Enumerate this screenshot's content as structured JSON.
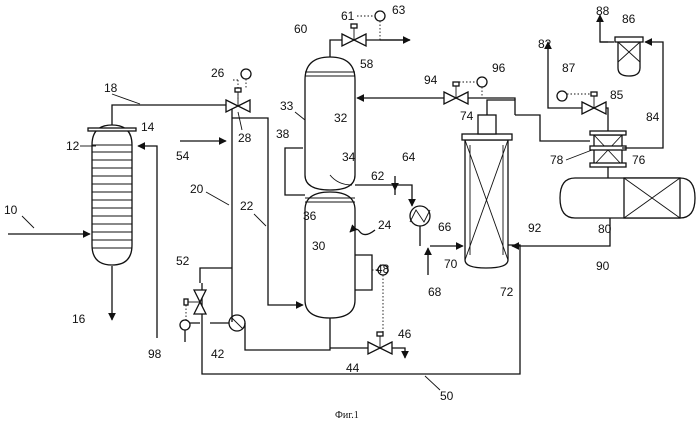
{
  "caption": "Фиг.1",
  "labels": {
    "l10": "10",
    "l12": "12",
    "l14": "14",
    "l16": "16",
    "l18": "18",
    "l20": "20",
    "l22": "22",
    "l24": "24",
    "l26": "26",
    "l28": "28",
    "l30": "30",
    "l32": "32",
    "l33": "33",
    "l34": "34",
    "l36": "36",
    "l38": "38",
    "l42": "42",
    "l44": "44",
    "l46": "46",
    "l48": "48",
    "l50": "50",
    "l52": "52",
    "l54": "54",
    "l58": "58",
    "l60": "60",
    "l61": "61",
    "l62": "62",
    "l63": "63",
    "l64": "64",
    "l66": "66",
    "l68": "68",
    "l70": "70",
    "l72": "72",
    "l74": "74",
    "l76": "76",
    "l78": "78",
    "l80": "80",
    "l82": "82",
    "l84": "84",
    "l85": "85",
    "l86": "86",
    "l87": "87",
    "l88": "88",
    "l90": "90",
    "l92": "92",
    "l94": "94",
    "l96": "96",
    "l98": "98"
  },
  "colors": {
    "ink": "#111111",
    "background": "#ffffff"
  }
}
